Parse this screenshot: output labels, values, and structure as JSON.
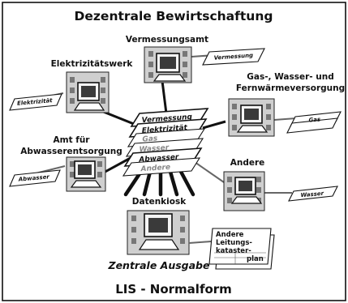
{
  "title": "Dezentrale Bewirtschaftung",
  "sites": {
    "vermessungsamt": {
      "label": "Vermessungsamt",
      "tag": "Vermessung"
    },
    "elektrizitaetswerk": {
      "label": "Elektrizitätswerk",
      "tag": "Elektrizität"
    },
    "gas_wasser": {
      "label_line1": "Gas-, Wasser- und",
      "label_line2": "Fernwärmeversorgung",
      "tag": "Gas"
    },
    "abwasser": {
      "label_line1": "Amt für",
      "label_line2": "Abwasserentsorgung",
      "tag": "Abwasser"
    },
    "andere": {
      "label": "Andere",
      "tag": "Wasser"
    }
  },
  "layers": [
    {
      "label": "Vermessung"
    },
    {
      "label": "Elektrizität"
    },
    {
      "label": "Gas"
    },
    {
      "label": "Wasser"
    },
    {
      "label": "Abwasser"
    },
    {
      "label": "Andere"
    }
  ],
  "kiosk": {
    "label": "Datenkiosk"
  },
  "plan": {
    "line1": "Andere",
    "line2": "Leitungs-",
    "line3": "kataster-",
    "line4": "plan"
  },
  "output_label": "Zentrale Ausgabe",
  "footer": "LIS - Normalform"
}
